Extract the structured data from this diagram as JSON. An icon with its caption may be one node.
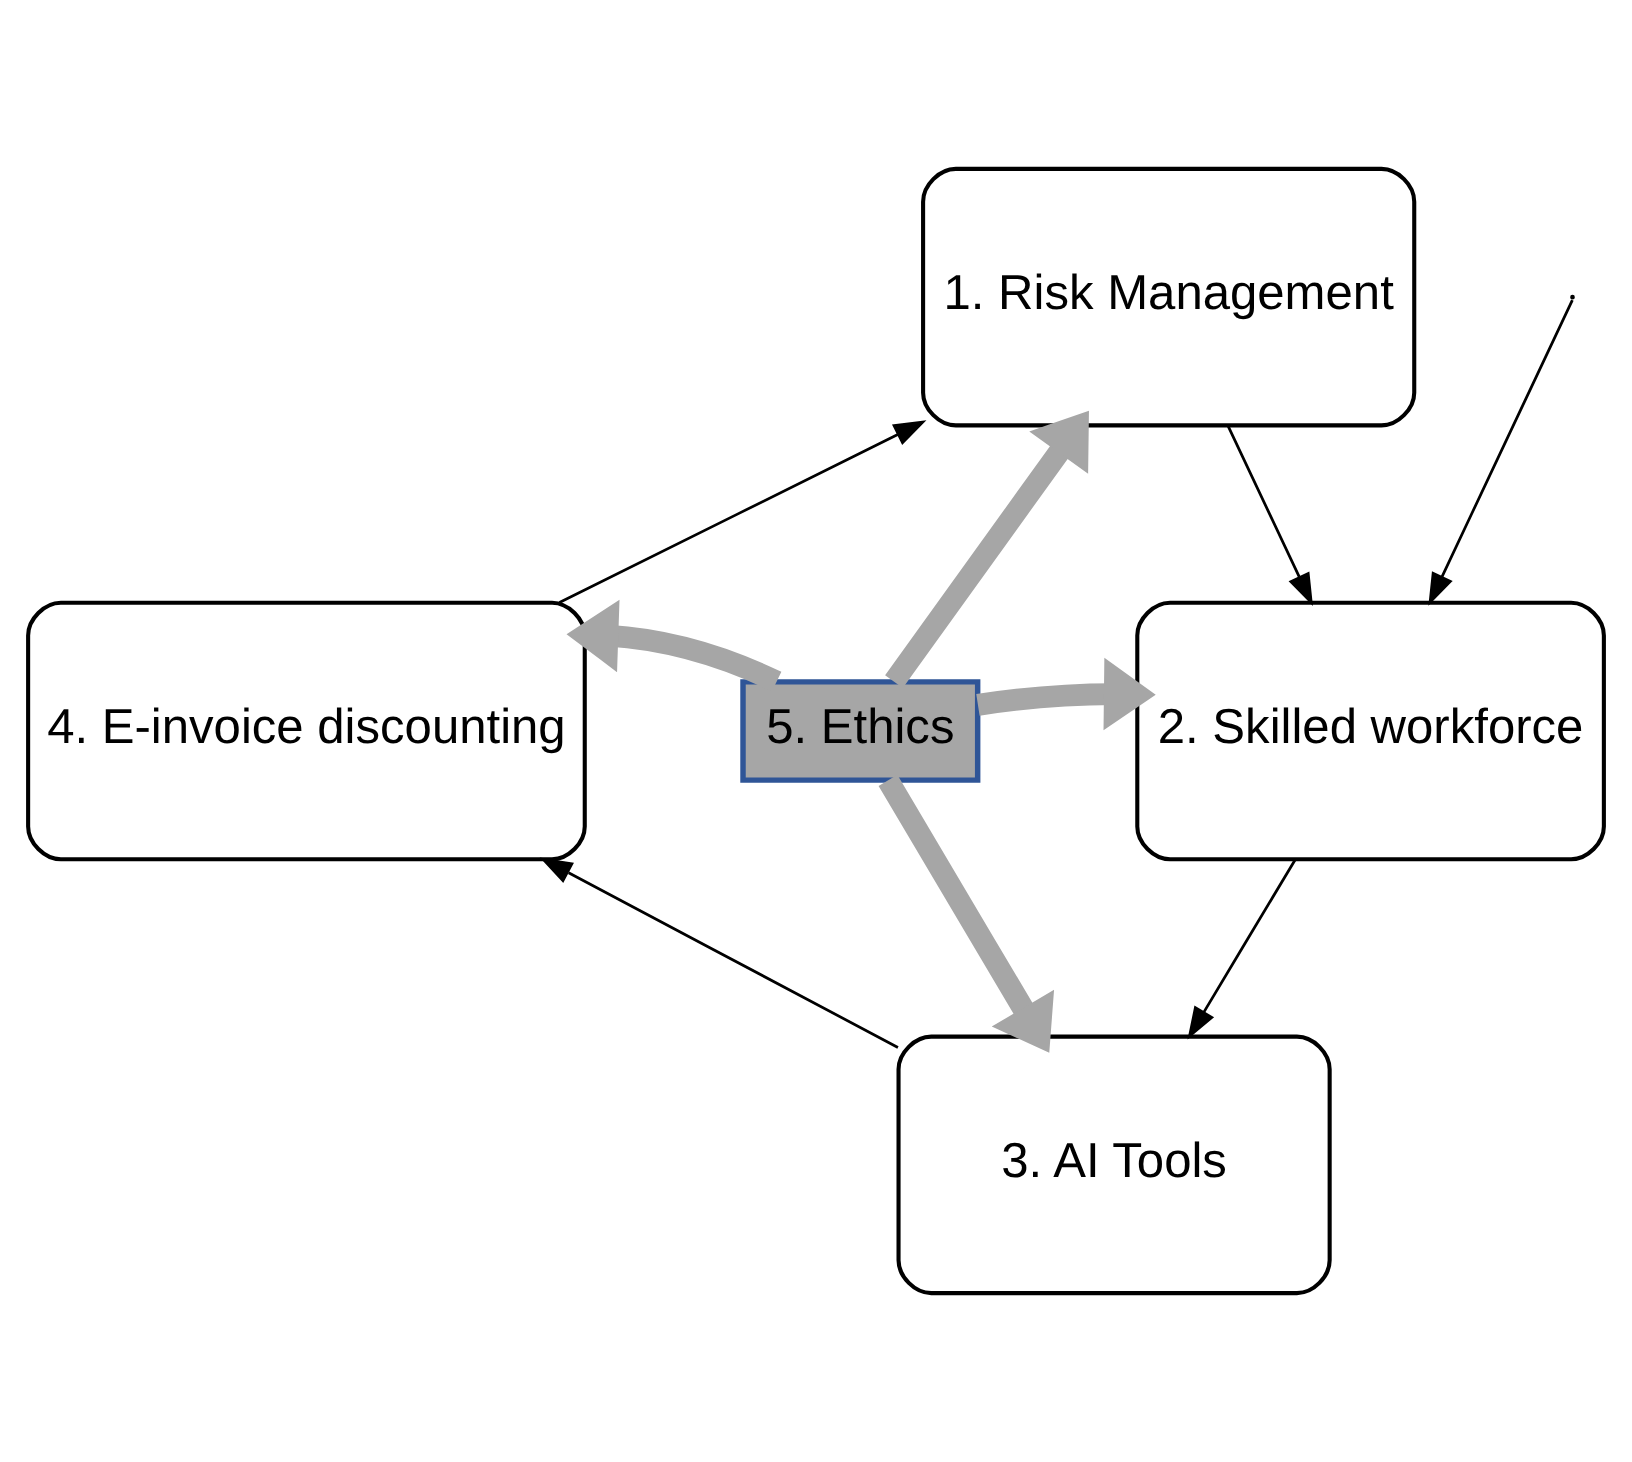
{
  "diagram": {
    "nodes": [
      {
        "text": [
          "1. Risk Management"
        ]
      },
      {
        "text": [
          "2. Skilled workforce"
        ]
      },
      {
        "text": [
          "3. AI Tools"
        ]
      },
      {
        "text": [
          "4. E-invoice discounting"
        ]
      },
      {
        "text": [
          "5. Ethics"
        ]
      }
    ],
    "edges": [
      {
        "from": 0,
        "to": 1,
        "arrow": "to"
      },
      {
        "from": 1,
        "to": 2,
        "arrow": "to"
      },
      {
        "from": 2,
        "to": 3,
        "arrow": "to"
      },
      {
        "from": 3,
        "to": 0,
        "arrow": "to"
      },
      {
        "from": null,
        "to": 1,
        "arrow": "to"
      },
      {
        "from": 4,
        "to": 0,
        "arrow": "to",
        "style": "thick",
        "color": "#a6a6a6"
      },
      {
        "from": 4,
        "to": 1,
        "arrow": "to",
        "style": "thick",
        "color": "#a6a6a6"
      },
      {
        "from": 4,
        "to": 2,
        "arrow": "to",
        "style": "thick",
        "color": "#a6a6a6"
      },
      {
        "from": 4,
        "to": 3,
        "arrow": "to",
        "style": "thick",
        "color": "#a6a6a6"
      }
    ]
  }
}
